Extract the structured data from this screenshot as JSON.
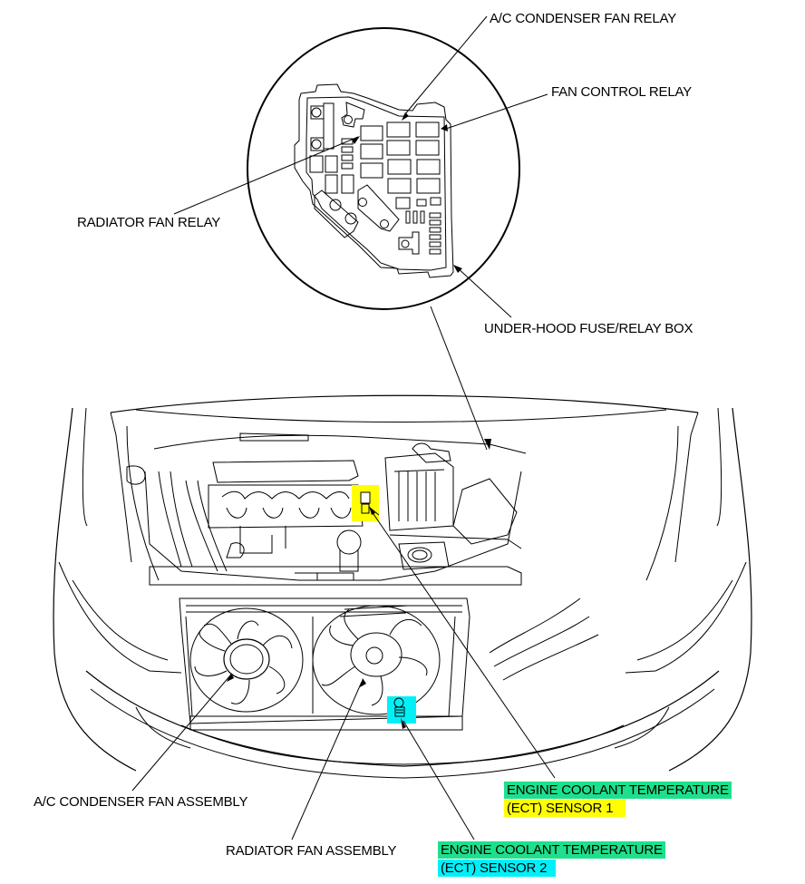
{
  "diagram": {
    "title": "Under-hood component locator: radiator/condenser fans, relays and ECT sensors",
    "labels": {
      "ac_condenser_fan_relay": "A/C CONDENSER FAN RELAY",
      "fan_control_relay": "FAN CONTROL RELAY",
      "radiator_fan_relay": "RADIATOR FAN RELAY",
      "under_hood_fuse_relay_box": "UNDER-HOOD FUSE/RELAY BOX",
      "ect_sensor_1_line1": "ENGINE COOLANT TEMPERATURE",
      "ect_sensor_1_line2": "(ECT) SENSOR 1",
      "ac_condenser_fan_assembly": "A/C CONDENSER FAN ASSEMBLY",
      "radiator_fan_assembly": "RADIATOR FAN ASSEMBLY",
      "ect_sensor_2_line1": "ENGINE COOLANT TEMPERATURE",
      "ect_sensor_2_line2": "(ECT) SENSOR 2"
    },
    "highlight_colors": {
      "ect_name": "#1EE08C",
      "ect_sensor_1": "#FFFF00",
      "ect_sensor_2": "#00F0F8"
    }
  }
}
